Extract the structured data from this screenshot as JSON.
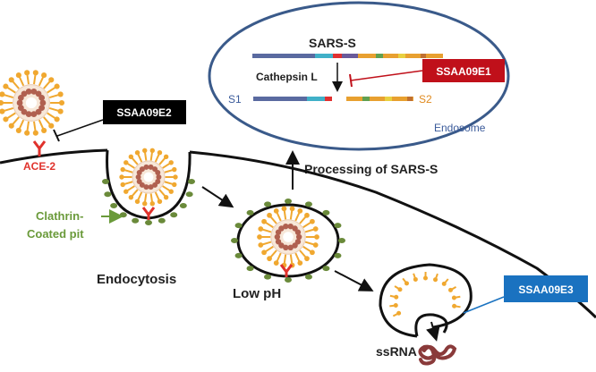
{
  "endosome": {
    "protein_label": "SARS-S",
    "enzyme_label": "Cathepsin L",
    "s1_label": "S1",
    "s2_label": "S2",
    "compartment_label": "Endosome"
  },
  "inhibitors": {
    "e1": {
      "label": "SSAA09E1",
      "color": "#c0101a"
    },
    "e2": {
      "label": "SSAA09E2",
      "color": "#000000"
    },
    "e3": {
      "label": "SSAA09E3",
      "color": "#1a72c0"
    }
  },
  "labels": {
    "receptor": "ACE-2",
    "clathrin_line1": "Clathrin-",
    "clathrin_line2": "Coated pit",
    "endocytosis": "Endocytosis",
    "low_ph": "Low pH",
    "processing": "Processing of SARS-S",
    "ssrna": "ssRNA"
  },
  "colors": {
    "virus_spike": "#f0a830",
    "virus_core": "#b06050",
    "coat": "#6a8a3a",
    "receptor": "#e0322c",
    "endosome_outline": "#3a5a8a",
    "rna": "#8a3a3a"
  }
}
